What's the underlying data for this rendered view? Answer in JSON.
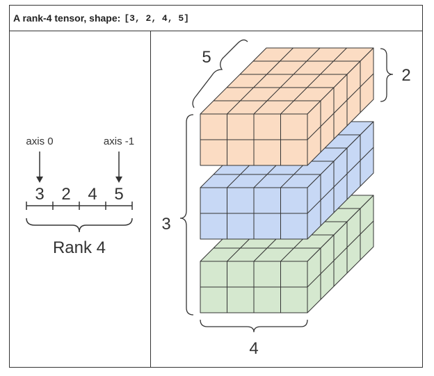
{
  "header": {
    "title": "A rank-4 tensor, shape:",
    "shape": "[3, 2, 4, 5]"
  },
  "left_panel": {
    "axis_first_label": "axis 0",
    "axis_last_label": "axis -1",
    "dims": [
      "3",
      "2",
      "4",
      "5"
    ],
    "rank_label": "Rank 4"
  },
  "right_panel": {
    "dim_depth": "5",
    "dim_height": "2",
    "dim_stack": "3",
    "dim_width": "4"
  },
  "colors": {
    "top_block": "#fbdcc3",
    "middle_block": "#c7d8f5",
    "bottom_block": "#d5e8cf",
    "line": "#333333"
  }
}
